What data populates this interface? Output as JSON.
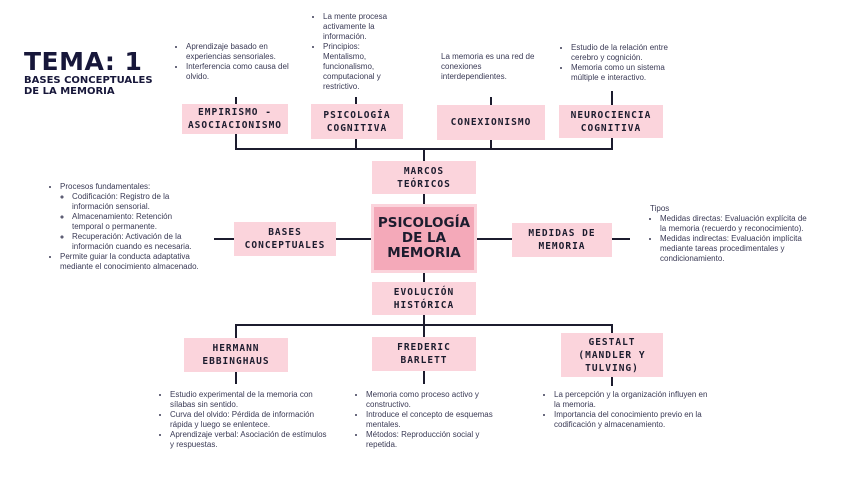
{
  "header": {
    "title": "TEMA: 1",
    "subtitle_line1": "BASES CONCEPTUALES",
    "subtitle_line2": "DE LA MEMORIA"
  },
  "center": {
    "line1": "PSICOLOGÍA",
    "line2": "DE LA",
    "line3": "MEMORIA"
  },
  "nodes": {
    "empirismo": [
      "EMPIRISMO -",
      "ASOCIACIONISMO"
    ],
    "psicologia_cognitiva": [
      "PSICOLOGÍA",
      "COGNITIVA"
    ],
    "conexionismo": [
      "CONEXIONISMO"
    ],
    "neurociencia": [
      "NEUROCIENCIA",
      "COGNITIVA"
    ],
    "marcos": [
      "MARCOS",
      "TEÓRICOS"
    ],
    "bases": [
      "BASES",
      "CONCEPTUALES"
    ],
    "medidas": [
      "MEDIDAS DE",
      "MEMORIA"
    ],
    "evolucion": [
      "EVOLUCIÓN",
      "HISTÓRICA"
    ],
    "ebbinghaus": [
      "HERMANN",
      "EBBINGHAUS"
    ],
    "barlett": [
      "FREDERIC",
      "BARLETT"
    ],
    "gestalt": [
      "GESTALT",
      "(MANDLER Y",
      "TULVING)"
    ]
  },
  "notes": {
    "empirismo": [
      "Aprendizaje basado en experiencias sensoriales.",
      "Interferencia como causa del olvido."
    ],
    "psicologia_cognitiva": [
      "La mente procesa activamente la información.",
      "Principios: Mentalismo, funcionalismo, computacional y restrictivo."
    ],
    "conexionismo": "La memoria es una red de conexiones interdependientes.",
    "neurociencia": [
      "Estudio de la relación entre cerebro y cognición.",
      "Memoria como un sistema múltiple e interactivo."
    ],
    "bases": {
      "item1": "Procesos fundamentales:",
      "sub": [
        "Codificación: Registro de la información sensorial.",
        "Almacenamiento: Retención temporal o permanente.",
        "Recuperación: Activación de la información cuando es necesaria."
      ],
      "item2": "Permite guiar la conducta adaptativa mediante el conocimiento almacenado."
    },
    "medidas": {
      "heading": "Tipos",
      "items": [
        "Medidas directas: Evaluación explícita de la memoria (recuerdo y reconocimiento).",
        "Medidas indirectas: Evaluación implícita mediante tareas procedimentales y condicionamiento."
      ]
    },
    "ebbinghaus": [
      "Estudio experimental de la memoria con sílabas sin sentido.",
      "Curva del olvido: Pérdida de información rápida y luego se enlentece.",
      "Aprendizaje verbal: Asociación de estímulos y respuestas."
    ],
    "barlett": [
      "Memoria como proceso activo y constructivo.",
      "Introduce el concepto de esquemas mentales.",
      "Métodos: Reproducción social y repetida."
    ],
    "gestalt": [
      "La percepción y la organización influyen en la memoria.",
      "Importancia del conocimiento previo en la codificación y almacenamiento."
    ]
  }
}
